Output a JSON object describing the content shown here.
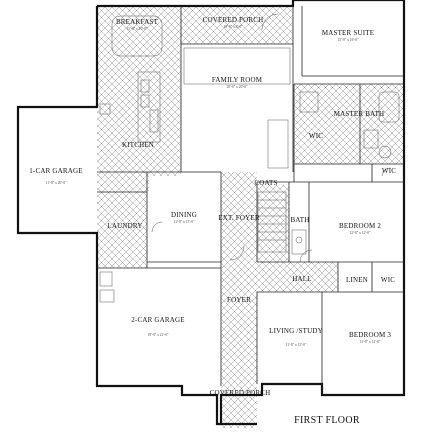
{
  "plan": {
    "caption": "FIRST FLOOR",
    "rooms": [
      {
        "key": "breakfast",
        "label": "BREAKFAST",
        "dim": "12'-0\" x 10'-0\""
      },
      {
        "key": "covered_porch_rear",
        "label": "COVERED PORCH",
        "dim": "18'-0\" x 8'-0\""
      },
      {
        "key": "master_suite",
        "label": "MASTER SUITE",
        "dim": "15'-0\" x 16'-0\""
      },
      {
        "key": "family_room",
        "label": "FAMILY ROOM",
        "dim": "18'-0\" x 20'-0\""
      },
      {
        "key": "kitchen",
        "label": "KITCHEN",
        "dim": ""
      },
      {
        "key": "master_bath",
        "label": "MASTER BATH",
        "dim": ""
      },
      {
        "key": "wic_master",
        "label": "WIC",
        "dim": ""
      },
      {
        "key": "garage_1car",
        "label": "1-CAR GARAGE",
        "dim": "11'-0\" x 20'-0\""
      },
      {
        "key": "coats",
        "label": "COATS",
        "dim": ""
      },
      {
        "key": "wic_bed2",
        "label": "WIC",
        "dim": ""
      },
      {
        "key": "dining",
        "label": "DINING",
        "dim": "11'-0\" x 13'-0\""
      },
      {
        "key": "foyer_ext",
        "label": "EXT. FOYER",
        "dim": ""
      },
      {
        "key": "laundry",
        "label": "LAUNDRY",
        "dim": ""
      },
      {
        "key": "bath2",
        "label": "BATH",
        "dim": ""
      },
      {
        "key": "bedroom2",
        "label": "BEDROOM 2",
        "dim": "12'-0\" x 12'-0\""
      },
      {
        "key": "hall",
        "label": "HALL",
        "dim": ""
      },
      {
        "key": "linen",
        "label": "LINEN",
        "dim": ""
      },
      {
        "key": "wic_bed3",
        "label": "WIC",
        "dim": ""
      },
      {
        "key": "foyer",
        "label": "FOYER",
        "dim": ""
      },
      {
        "key": "garage_2car",
        "label": "2-CAR GARAGE",
        "dim": "19'-0\" x 21'-0\""
      },
      {
        "key": "living_study",
        "label": "LIVING /STUDY",
        "dim": "11'-0\" x 13'-0\""
      },
      {
        "key": "bedroom3",
        "label": "BEDROOM 3",
        "dim": "11'-0\" x 12'-0\""
      },
      {
        "key": "covered_porch_front",
        "label": "COVERED PORCH",
        "dim": ""
      }
    ]
  }
}
